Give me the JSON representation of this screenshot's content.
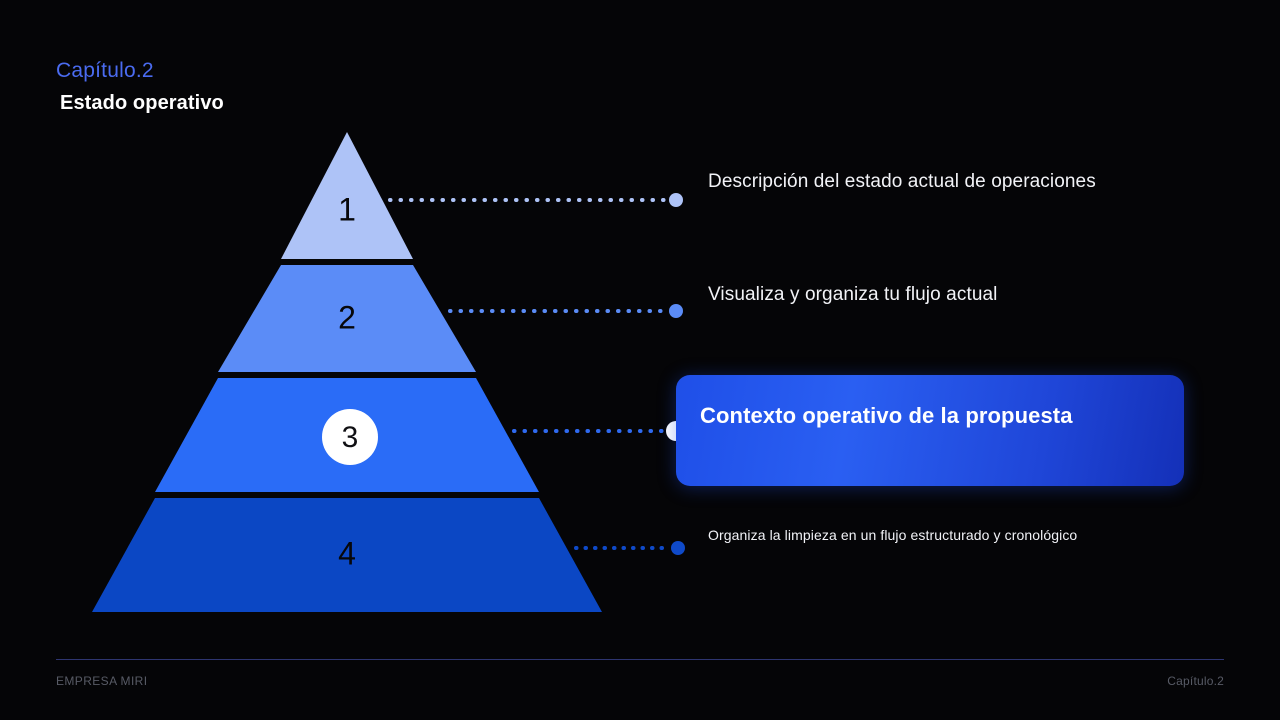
{
  "header": {
    "eyebrow": "Capítulo.2",
    "title": "Estado operativo",
    "eyebrow_color": "#4a6bf0"
  },
  "pyramid": {
    "tiers": [
      {
        "number": "1",
        "fill": "#aec3f7",
        "label": "Descripción del estado actual de operaciones",
        "connector_color": "#aec3f7",
        "dot_color": "#aec3f7",
        "highlighted": false
      },
      {
        "number": "2",
        "fill": "#5b8cf7",
        "label": "Visualiza y organiza tu flujo actual",
        "connector_color": "#5b8cf7",
        "dot_color": "#5b8cf7",
        "highlighted": false
      },
      {
        "number": "3",
        "fill": "#2a6cf7",
        "label": "Contexto operativo de la propuesta",
        "connector_color": "#2f6af0",
        "dot_color": "#ffffff",
        "highlighted": true
      },
      {
        "number": "4",
        "fill": "#0b47c4",
        "label": "Organiza la limpieza en un flujo estructurado y cronológico",
        "connector_color": "#0f4ac9",
        "dot_color": "#0f4ac9",
        "highlighted": false
      }
    ],
    "divider_color": "#000000",
    "active_tier_disc_color": "#ffffff"
  },
  "callout": {
    "text": "Contexto operativo de la propuesta",
    "gradient_from": "#1f4fe8",
    "gradient_to": "#1430b8"
  },
  "footer": {
    "left": "EMPRESA MIRI",
    "right": "Capítulo.2",
    "rule_color": "#2e3570"
  }
}
